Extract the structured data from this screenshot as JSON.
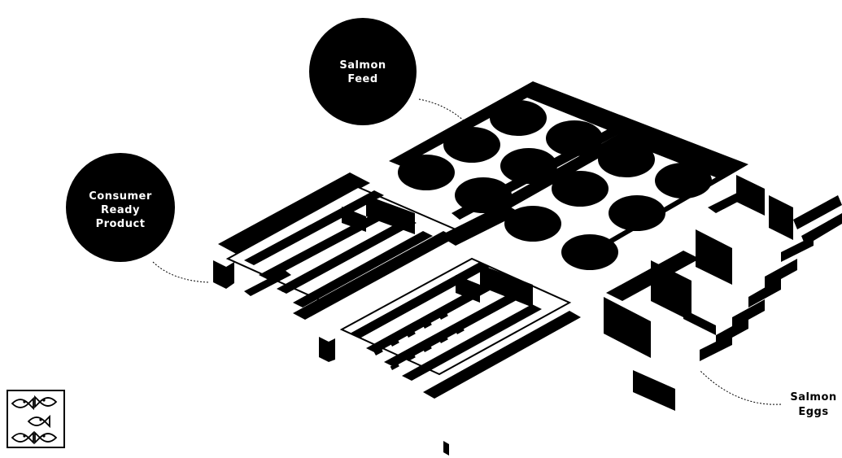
{
  "labels": {
    "salmon_feed": [
      "Salmon",
      "Feed"
    ],
    "consumer_ready_product": [
      "Consumer",
      "Ready",
      "Product"
    ],
    "salmon_eggs": [
      "Salmon",
      "Eggs"
    ]
  },
  "icons": {
    "corner_logo": "fish-pattern-icon"
  },
  "colors": {
    "ink": "#000000",
    "paper": "#ffffff"
  }
}
